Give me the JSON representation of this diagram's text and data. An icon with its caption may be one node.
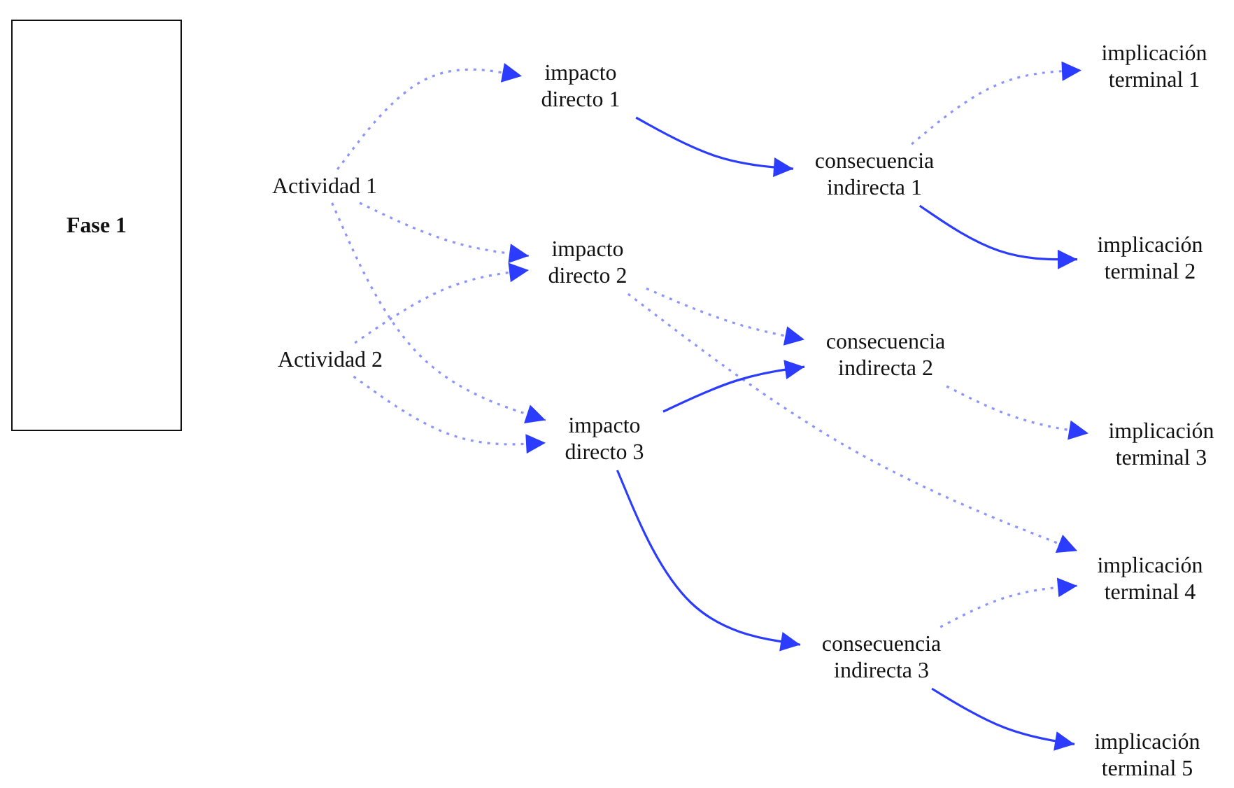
{
  "diagram": {
    "nodes": [
      {
        "text": [
          "Fase 1"
        ]
      },
      {
        "text": [
          "Actividad 1"
        ]
      },
      {
        "text": [
          "Actividad 2"
        ]
      },
      {
        "text": [
          "impacto directo 1"
        ]
      },
      {
        "text": [
          "impacto directo 2"
        ]
      },
      {
        "text": [
          "impacto directo 3"
        ]
      },
      {
        "text": [
          "consecuencia indirecta 1"
        ]
      },
      {
        "text": [
          "consecuencia indirecta 2"
        ]
      },
      {
        "text": [
          "consecuencia indirecta 3"
        ]
      },
      {
        "text": [
          "implicación terminal 1"
        ]
      },
      {
        "text": [
          "implicación terminal 2"
        ]
      },
      {
        "text": [
          "implicación terminal 3"
        ]
      },
      {
        "text": [
          "implicación terminal 4"
        ]
      },
      {
        "text": [
          "implicación terminal 5"
        ]
      }
    ],
    "edges": [
      {
        "from": 1,
        "to": 3,
        "arrow": "to",
        "style": "dashed"
      },
      {
        "from": 1,
        "to": 4,
        "arrow": "to",
        "style": "dashed"
      },
      {
        "from": 1,
        "to": 5,
        "arrow": "to",
        "style": "dashed"
      },
      {
        "from": 2,
        "to": 4,
        "arrow": "to",
        "style": "dashed"
      },
      {
        "from": 2,
        "to": 5,
        "arrow": "to",
        "style": "dashed"
      },
      {
        "from": 3,
        "to": 6,
        "arrow": "to"
      },
      {
        "from": 6,
        "to": 9,
        "arrow": "to",
        "style": "dashed"
      },
      {
        "from": 6,
        "to": 10,
        "arrow": "to"
      },
      {
        "from": 4,
        "to": 7,
        "arrow": "to",
        "style": "dashed"
      },
      {
        "from": 4,
        "to": 12,
        "arrow": "to",
        "style": "dashed"
      },
      {
        "from": 5,
        "to": 7,
        "arrow": "to"
      },
      {
        "from": 5,
        "to": 8,
        "arrow": "to"
      },
      {
        "from": 7,
        "to": 11,
        "arrow": "to",
        "style": "dashed"
      },
      {
        "from": 8,
        "to": 12,
        "arrow": "to",
        "style": "dashed"
      },
      {
        "from": 8,
        "to": 13,
        "arrow": "to"
      }
    ]
  }
}
